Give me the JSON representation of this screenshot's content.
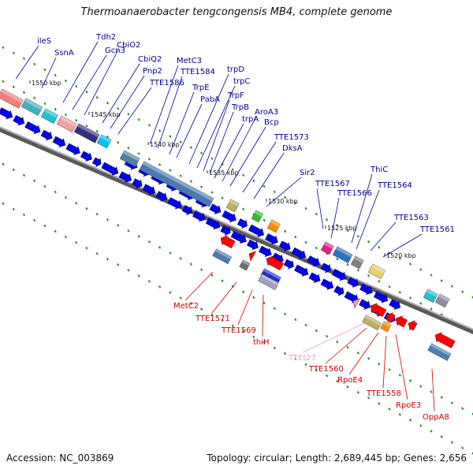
{
  "title": "Thermoanaerobacter tengcongensis MB4, complete genome",
  "footer": {
    "accession": "Accession: NC_003869",
    "summary": "Topology: circular; Length: 2,689,445 bp; Genes: 2,656"
  },
  "colors": {
    "forward_label": "#00008b",
    "reverse_label": "#cc0000",
    "faint_label": "#f4a0c0",
    "backbone": "#808080",
    "tick": "#228b22"
  },
  "ticks": [
    "1550 kbp",
    "1545 kbp",
    "1540 kbp",
    "1535 kbp",
    "1530 kbp",
    "1525 kbp",
    "1520 kbp"
  ],
  "forward_genes": [
    "ileS",
    "SsnA",
    "Tdh2",
    "Gcn3",
    "CbiO2",
    "CbiQ2",
    "Pnp2",
    "TTE1586",
    "MetC3",
    "TTE1584",
    "TrpE",
    "PabA",
    "trpD",
    "trpC",
    "TrpF",
    "TrpB",
    "trpA",
    "AroA3",
    "Bcp",
    "TTE1573",
    "DksA",
    "Sir2",
    "TTE1567",
    "TTE1566",
    "ThiC",
    "TTE1564",
    "TTE1563",
    "TTE1561"
  ],
  "reverse_genes": [
    "MetC2",
    "TTE1571",
    "TTE1569",
    "thiH",
    "TTEt27",
    "TTE1560",
    "RpoE4",
    "TTE1558",
    "RpoE3",
    "OppA8"
  ]
}
